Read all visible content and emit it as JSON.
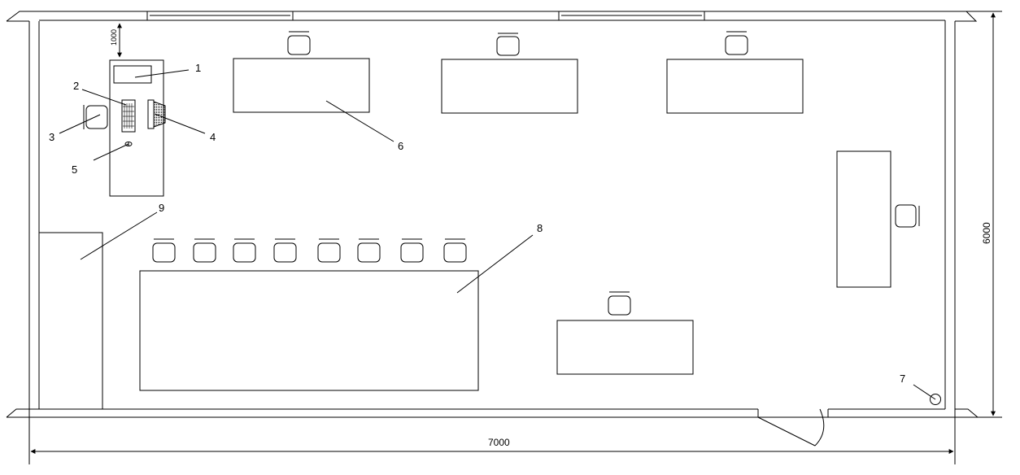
{
  "callouts": {
    "c1": "1",
    "c2": "2",
    "c3": "3",
    "c4": "4",
    "c5": "5",
    "c6": "6",
    "c7": "7",
    "c8": "8",
    "c9": "9"
  },
  "dimensions": {
    "clearance": "1000",
    "room_width": "7000",
    "room_depth": "6000"
  }
}
